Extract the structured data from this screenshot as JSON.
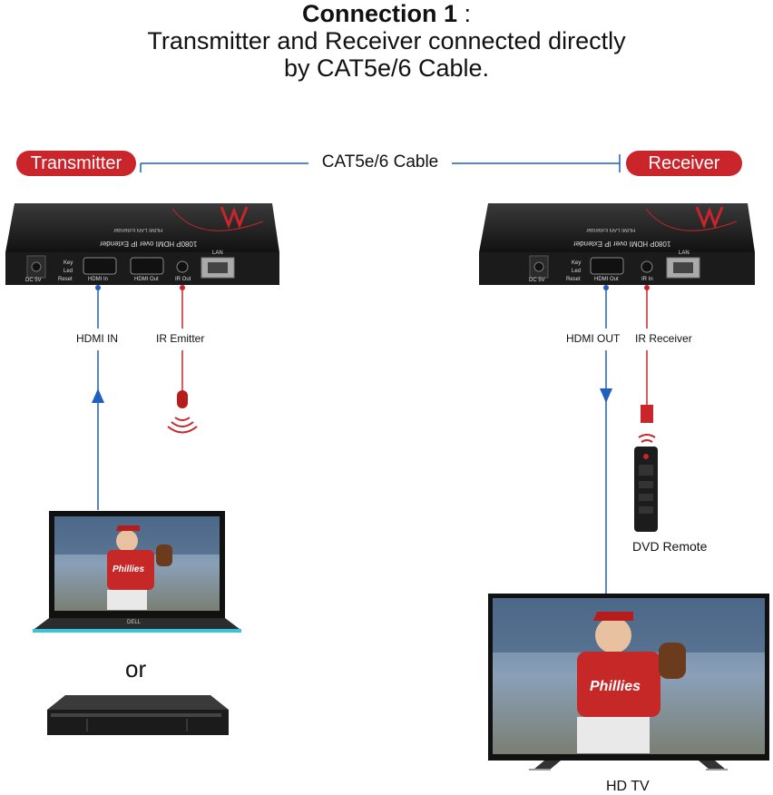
{
  "title": {
    "bold": "Connection 1",
    "colon": " : ",
    "line2": "Transmitter and Receiver connected directly",
    "line3": "by CAT5e/6 Cable."
  },
  "transmitter": {
    "badge": "Transmitter",
    "device_label": "1080P HDMI over IP Extender",
    "device_sublabel": "HDMI LAN Extender",
    "ports": {
      "dc": "DC 5V",
      "key": "Key",
      "led": "Led",
      "reset": "Reset",
      "hdmi_in": "HDMI In",
      "hdmi_out": "HDMI Out",
      "ir_out": "IR Out",
      "lan": "LAN"
    },
    "line_labels": {
      "hdmi": "HDMI IN",
      "ir": "IR Emitter"
    }
  },
  "receiver": {
    "badge": "Receiver",
    "device_label": "1080P HDMI over IP Extender",
    "device_sublabel": "HDMI LAN Extender",
    "ports": {
      "dc": "DC 5V",
      "key": "Key",
      "led": "Led",
      "reset": "Reset",
      "hdmi_out": "HDMI Out",
      "ir_in": "IR In",
      "lan": "LAN"
    },
    "line_labels": {
      "hdmi": "HDMI OUT",
      "ir": "IR Receiver"
    }
  },
  "cable": {
    "label": "CAT5e/6 Cable"
  },
  "sources": {
    "laptop_brand": "DELL",
    "or": "or"
  },
  "outputs": {
    "remote": "DVD Remote",
    "tv": "HD TV",
    "jersey": "Phillies"
  },
  "colors": {
    "accent_red": "#c9252b",
    "hdmi_blue": "#1f5fbf",
    "ir_red": "#c9252b",
    "device_black": "#1b1b1b"
  }
}
